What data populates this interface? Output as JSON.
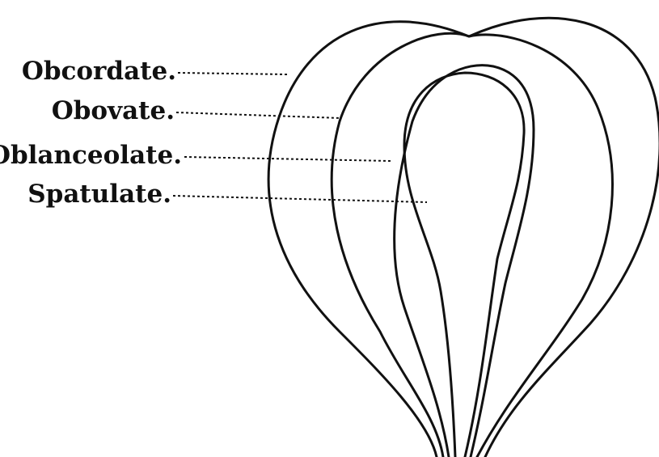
{
  "labels": {
    "obcordate": "Obcordate.",
    "obovate": "Obovate.",
    "oblanceolate": "Oblanceolate.",
    "spatulate": "Spatulate."
  }
}
